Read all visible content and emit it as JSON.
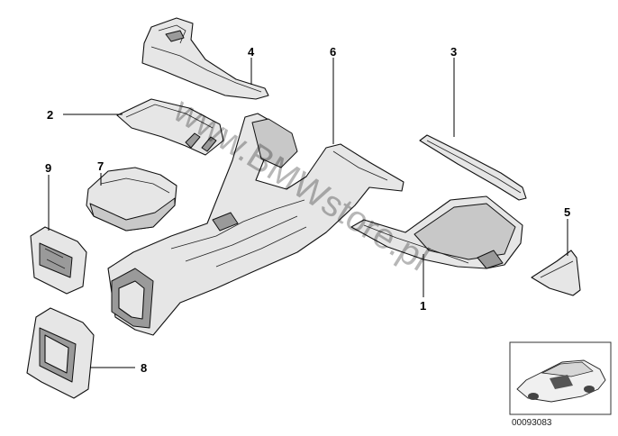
{
  "callouts": {
    "c1": "1",
    "c2": "2",
    "c3": "3",
    "c4": "4",
    "c5": "5",
    "c6": "6",
    "c7": "7",
    "c8": "8",
    "c9": "9"
  },
  "watermark": "www.BMWstore.pl",
  "thumbnail": {
    "code": "00093083"
  }
}
